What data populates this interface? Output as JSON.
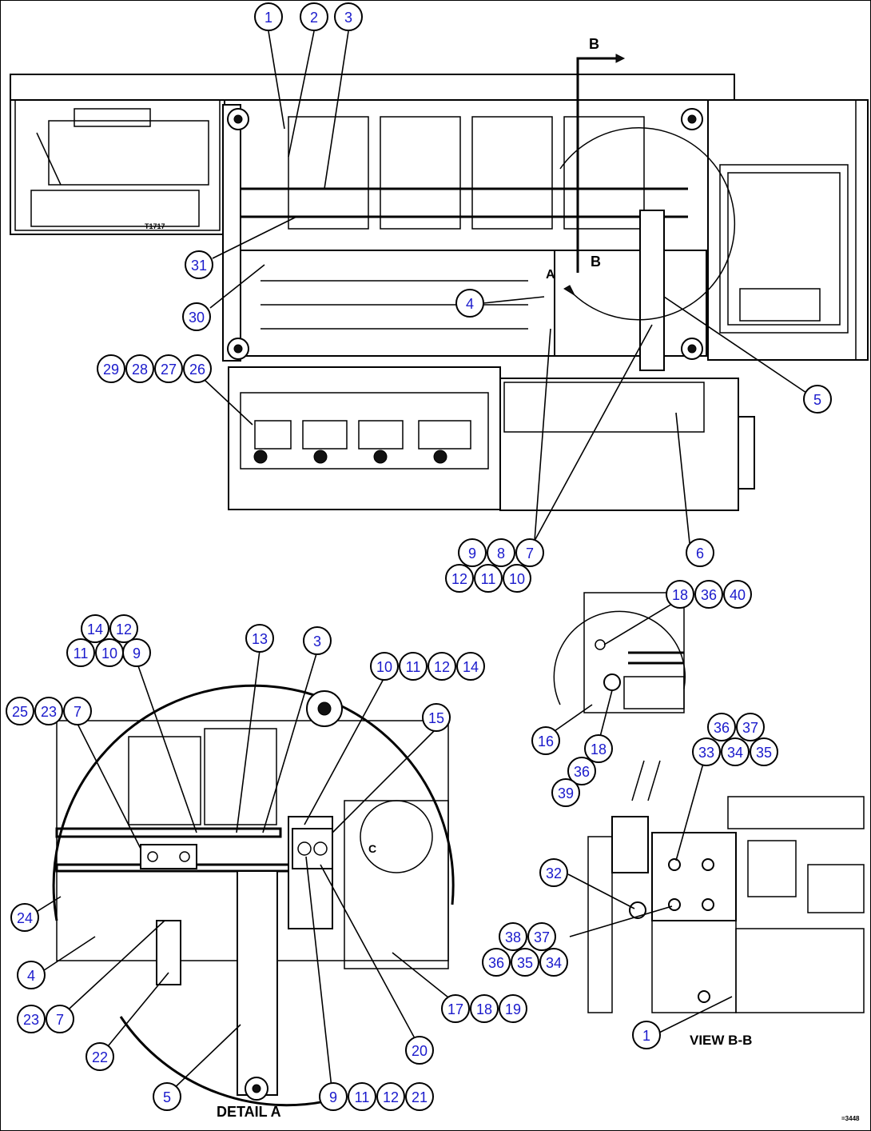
{
  "section_marker": "B",
  "section_arrow_label": "B",
  "detail_marker": "A",
  "detail_c_marker": "C",
  "detail_title": "DETAIL A",
  "view_title": "VIEW B-B",
  "drawing_code": "=3448",
  "panel_text": "T1717",
  "callouts": [
    {
      "label": "1"
    },
    {
      "label": "2"
    },
    {
      "label": "3"
    },
    {
      "label": "31"
    },
    {
      "label": "30"
    },
    {
      "label": "4"
    },
    {
      "label": "5"
    },
    {
      "label": "29"
    },
    {
      "label": "28"
    },
    {
      "label": "27"
    },
    {
      "label": "26"
    },
    {
      "label": "6"
    },
    {
      "label": "9"
    },
    {
      "label": "8"
    },
    {
      "label": "7"
    },
    {
      "label": "12"
    },
    {
      "label": "11"
    },
    {
      "label": "10"
    },
    {
      "label": "18"
    },
    {
      "label": "36"
    },
    {
      "label": "40"
    },
    {
      "label": "16"
    },
    {
      "label": "18"
    },
    {
      "label": "36"
    },
    {
      "label": "39"
    },
    {
      "label": "36"
    },
    {
      "label": "37"
    },
    {
      "label": "33"
    },
    {
      "label": "34"
    },
    {
      "label": "35"
    },
    {
      "label": "32"
    },
    {
      "label": "38"
    },
    {
      "label": "37"
    },
    {
      "label": "36"
    },
    {
      "label": "35"
    },
    {
      "label": "34"
    },
    {
      "label": "1"
    },
    {
      "label": "14"
    },
    {
      "label": "12"
    },
    {
      "label": "11"
    },
    {
      "label": "10"
    },
    {
      "label": "9"
    },
    {
      "label": "13"
    },
    {
      "label": "3"
    },
    {
      "label": "10"
    },
    {
      "label": "11"
    },
    {
      "label": "12"
    },
    {
      "label": "14"
    },
    {
      "label": "25"
    },
    {
      "label": "23"
    },
    {
      "label": "7"
    },
    {
      "label": "15"
    },
    {
      "label": "24"
    },
    {
      "label": "4"
    },
    {
      "label": "23"
    },
    {
      "label": "7"
    },
    {
      "label": "17"
    },
    {
      "label": "18"
    },
    {
      "label": "19"
    },
    {
      "label": "22"
    },
    {
      "label": "20"
    },
    {
      "label": "5"
    },
    {
      "label": "9"
    },
    {
      "label": "11"
    },
    {
      "label": "12"
    },
    {
      "label": "21"
    }
  ]
}
